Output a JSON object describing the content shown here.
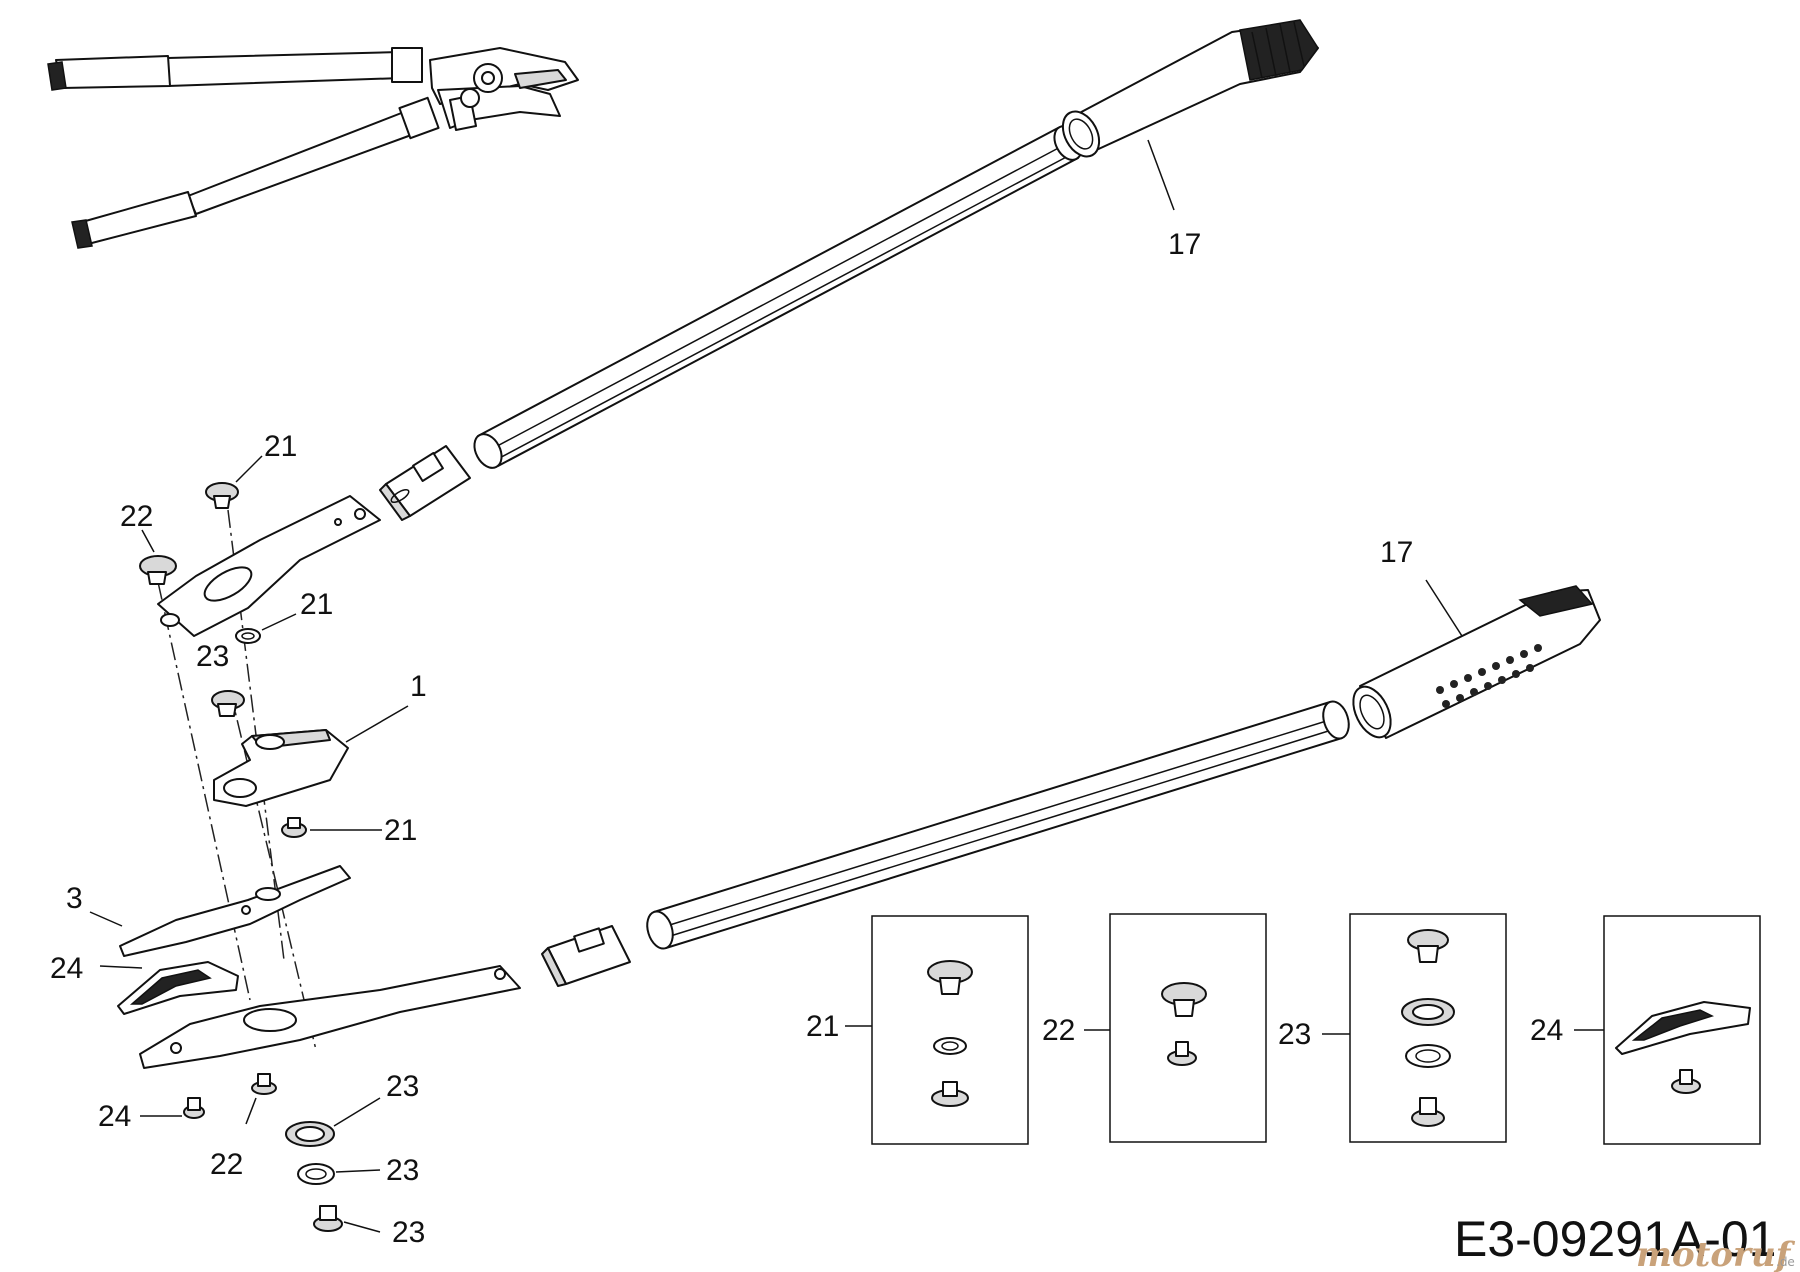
{
  "diagram": {
    "labels": {
      "grip_top": "17",
      "grip_bottom": "17",
      "cap_21_top": "21",
      "cap_22_top": "22",
      "washer_21_upper": "21",
      "cap_23_upper": "23",
      "hook_blade_1": "1",
      "nut_21_lower": "21",
      "cutting_blade_3": "3",
      "anvil_24": "24",
      "pin_24": "24",
      "pin_22": "22",
      "washer_23_a": "23",
      "washer_23_b": "23",
      "nut_23": "23"
    },
    "kits": [
      {
        "id": "21",
        "label": "21"
      },
      {
        "id": "22",
        "label": "22"
      },
      {
        "id": "23",
        "label": "23"
      },
      {
        "id": "24",
        "label": "24"
      }
    ],
    "drawing_code": "E3-09291A-01",
    "watermark": {
      "brand": "motoruf",
      "tld": ".de"
    }
  }
}
